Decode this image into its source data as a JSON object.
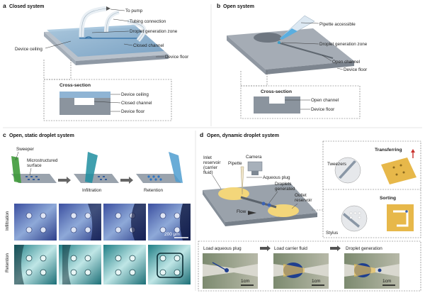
{
  "panel_a": {
    "letter": "a",
    "title": "Closed system",
    "labels": {
      "to_pump": "To pump",
      "tubing": "Tubing connection",
      "droplet_zone": "Droplet generation zone",
      "ceiling": "Device ceiling",
      "channel": "Closed channel",
      "floor": "Device floor"
    },
    "cross_section": {
      "title": "Cross-section",
      "ceiling": "Device ceiling",
      "channel": "Closed channel",
      "floor": "Device floor"
    }
  },
  "panel_b": {
    "letter": "b",
    "title": "Open system",
    "labels": {
      "pipette": "Pipette accessible",
      "droplet_zone": "Droplet generation zone",
      "channel": "Open channel",
      "floor": "Device floor"
    },
    "cross_section": {
      "title": "Cross-section",
      "channel": "Open channel",
      "floor": "Device floor"
    }
  },
  "panel_c": {
    "letter": "c",
    "title": "Open, static droplet system",
    "labels": {
      "sweeper": "Sweeper",
      "surface_1": "Microstructured",
      "surface_2": "surface",
      "infiltration": "Infiltration",
      "retention": "Retention"
    },
    "rows": [
      "Infiltration",
      "Retention"
    ],
    "scale_bar": "200 μm"
  },
  "panel_d": {
    "letter": "d",
    "title": "Open, dynamic droplet system",
    "labels": {
      "camera": "Camera",
      "pipette": "Pipette",
      "inlet_1": "Inlet",
      "inlet_2": "reservoir",
      "inlet_3": "(carrier",
      "inlet_4": "fluid)",
      "aqueous_plug": "Aqueous plug",
      "droplets_1": "Droplets",
      "droplets_2": "generated",
      "outlet_1": "Outlet",
      "outlet_2": "reservoir",
      "flow": "Flow",
      "transferring": "Transferring",
      "tweezers": "Tweezers",
      "sorting": "Sorting",
      "stylus": "Stylus"
    },
    "steps": [
      "Load aqueous plug",
      "Load carrier fluid",
      "Droplet generation"
    ],
    "scale_bar": "1cm"
  }
}
